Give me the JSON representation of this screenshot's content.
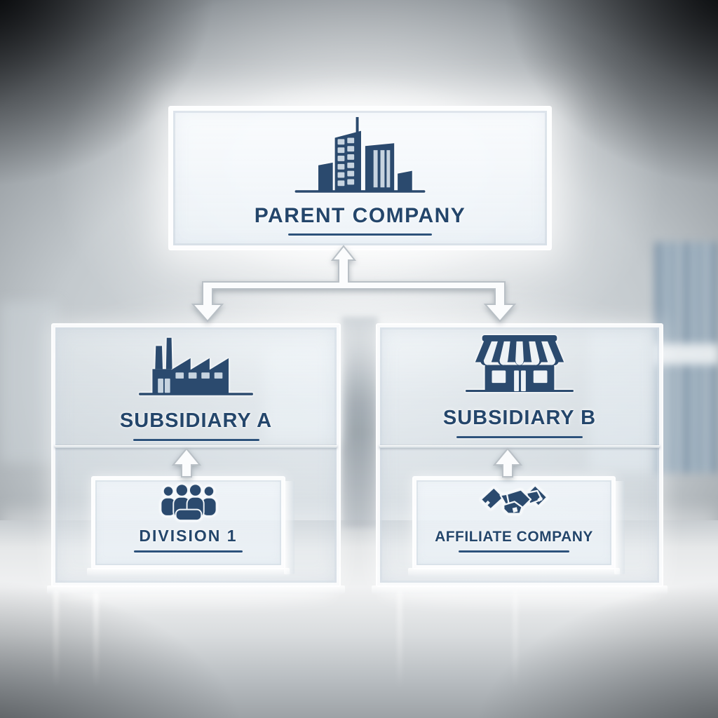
{
  "diagram_type": "corporate-structure-org-chart",
  "nodes": {
    "parent": {
      "label": "PARENT COMPANY",
      "icon": "office-buildings-icon",
      "level": 1
    },
    "subsidiary_a": {
      "label": "SUBSIDIARY A",
      "icon": "factory-icon",
      "level": 2
    },
    "subsidiary_b": {
      "label": "SUBSIDIARY B",
      "icon": "storefront-icon",
      "level": 2
    },
    "division_1": {
      "label": "DIVISION 1",
      "icon": "team-icon",
      "level": 3
    },
    "affiliate": {
      "label": "AFFILIATE COMPANY",
      "icon": "handshake-icon",
      "level": 3
    }
  },
  "edges": [
    {
      "from": "parent",
      "to": "subsidiary_a",
      "arrowheads": [
        "up-at-parent",
        "down-at-child"
      ]
    },
    {
      "from": "parent",
      "to": "subsidiary_b",
      "arrowheads": [
        "up-at-parent",
        "down-at-child"
      ]
    },
    {
      "from": "division_1",
      "to": "subsidiary_a",
      "arrowheads": [
        "up-at-subsidiary"
      ]
    },
    {
      "from": "affiliate",
      "to": "subsidiary_b",
      "arrowheads": [
        "up-at-subsidiary"
      ]
    }
  ],
  "containment": [
    {
      "container": "subsidiary_a",
      "contains": "division_1"
    },
    {
      "container": "subsidiary_b",
      "contains": "affiliate"
    }
  ],
  "colors": {
    "icon_navy": "#2b4a6e",
    "text_navy": "#24466b",
    "underline_navy": "#2d527b",
    "glass_highlight": "#ffffff",
    "icon_window_light": "#c7d4e0",
    "arrow_fill": "#fbfcfd",
    "arrow_stroke": "#b9c0c6"
  }
}
